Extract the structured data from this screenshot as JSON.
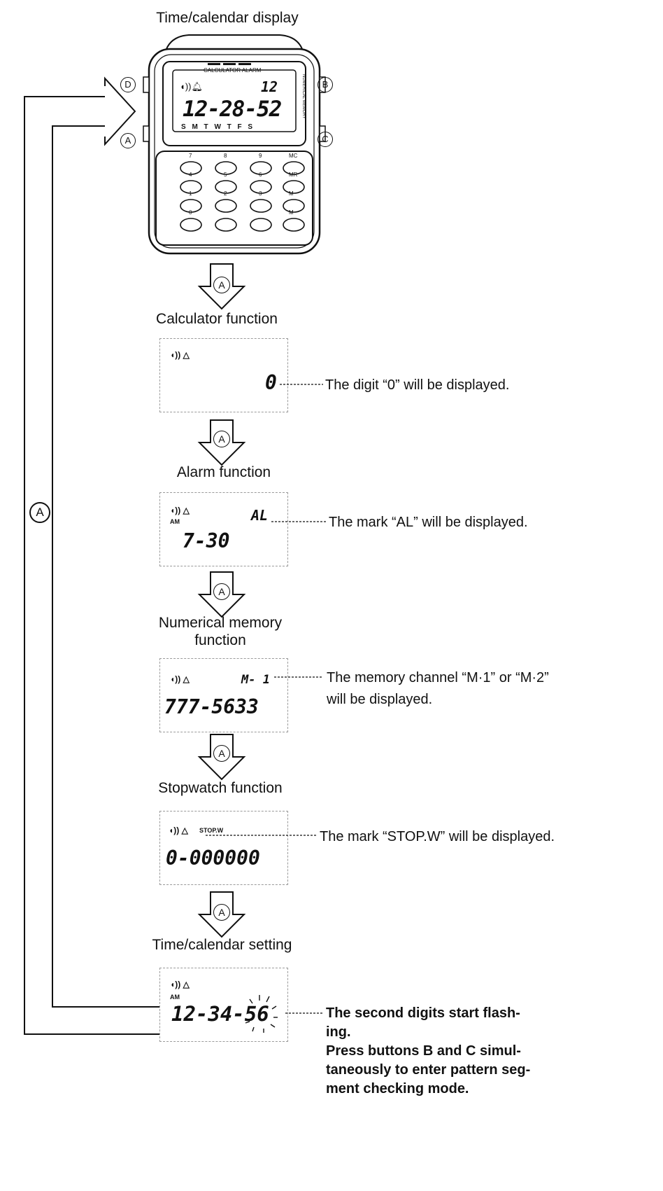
{
  "header": {
    "title": "Time/calendar display"
  },
  "watch": {
    "top_labels": "CALCULATOR ALARM",
    "side_label_right": "NUMERICAL MEMORY",
    "display_top_right": "12",
    "display_main": "12-28-52",
    "weekdays": "S M T W T F S",
    "buttons": {
      "D": "D",
      "B": "B",
      "A": "A",
      "C": "C"
    },
    "key_labels": [
      "7",
      "8",
      "9",
      "MC",
      "4",
      "5",
      "6",
      "MR",
      "1",
      "2",
      "3",
      "M",
      "0",
      "",
      "",
      "M"
    ]
  },
  "arrow_button": "A",
  "loop_button": "A",
  "steps": [
    {
      "title": "Calculator function",
      "lcd_top_right": "",
      "lcd_main": "0",
      "note": "The digit “0” will be displayed."
    },
    {
      "title": "Alarm function",
      "lcd_top_right": "AL",
      "lcd_main": "7-30",
      "note": "The mark “AL” will be displayed."
    },
    {
      "title": "Numerical memory function",
      "lcd_top_right": "M- 1",
      "lcd_main": "777-5633",
      "note": "The memory channel “M·1” or “M·2” will be displayed."
    },
    {
      "title": "Stopwatch function",
      "lcd_top_right": "STOP.W",
      "lcd_main": "0-000000",
      "note": "The mark “STOP.W” will be displayed."
    },
    {
      "title": "Time/calendar setting",
      "lcd_top_right": "",
      "lcd_main": "12-34-56",
      "note": "The second digits start flashing. Press buttons B and C simultaneously to enter pattern segment checking mode."
    }
  ],
  "am_label": "AM",
  "step3_title_line1": "Numerical memory",
  "step3_title_line2": "function",
  "step3_note_line1": "The memory channel “M·1” or “M·2”",
  "step3_note_line2": "will be displayed.",
  "step5_note_lines": [
    "The second digits start flash-",
    "ing.",
    "Press buttons B and C simul-",
    "taneously to enter pattern seg-",
    "ment checking mode."
  ]
}
